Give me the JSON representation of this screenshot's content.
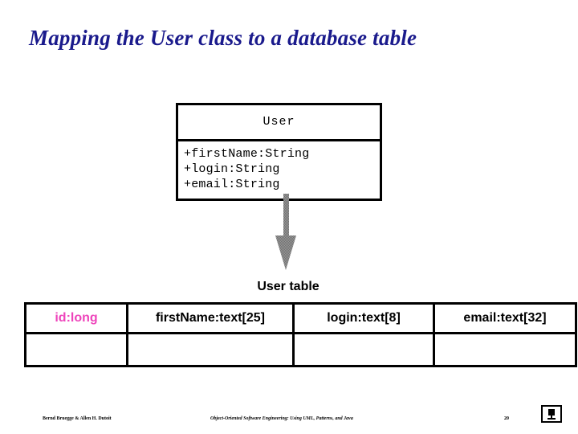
{
  "slide": {
    "title": "Mapping the User class to a database table",
    "title_color": "#1a1a8c",
    "background_color": "#ffffff"
  },
  "uml_class": {
    "name": "User",
    "attributes": [
      "+firstName:String",
      "+login:String",
      "+email:String"
    ]
  },
  "arrow": {
    "icon_name": "down-arrow-icon",
    "direction": "down",
    "color": "#808080",
    "style": "dithered-gray"
  },
  "db_table": {
    "caption": "User table",
    "columns": [
      {
        "label": "id:long",
        "is_primary_key": true,
        "color": "#ee44bb"
      },
      {
        "label": "firstName:text[25]",
        "is_primary_key": false,
        "color": "#000000"
      },
      {
        "label": "login:text[8]",
        "is_primary_key": false,
        "color": "#000000"
      },
      {
        "label": "email:text[32]",
        "is_primary_key": false,
        "color": "#000000"
      }
    ],
    "rows": [
      [
        "",
        "",
        "",
        ""
      ]
    ]
  },
  "footer": {
    "authors": "Bernd Bruegge & Allen H. Dutoit",
    "book_title": "Object-Oriented Software Engineering: Using UML, Patterns, and Java",
    "page_number": "20",
    "logo_name": "book-logo-icon"
  }
}
